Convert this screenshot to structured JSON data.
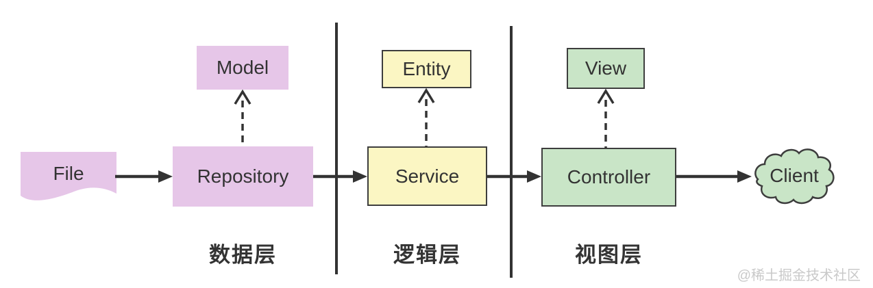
{
  "colors": {
    "purple-fill": "#e6c6e8",
    "yellow-fill": "#fbf6c3",
    "green-fill": "#c9e5c7",
    "line": "#333333",
    "border": "#3d3d3d",
    "text": "#333333",
    "watermark": "#c9c9c9",
    "bg": "#ffffff"
  },
  "nodes": {
    "file": {
      "label": "File"
    },
    "model": {
      "label": "Model"
    },
    "repository": {
      "label": "Repository"
    },
    "entity": {
      "label": "Entity"
    },
    "service": {
      "label": "Service"
    },
    "view": {
      "label": "View"
    },
    "controller": {
      "label": "Controller"
    },
    "client": {
      "label": "Client"
    }
  },
  "sections": {
    "data": {
      "label": "数据层"
    },
    "logic": {
      "label": "逻辑层"
    },
    "view": {
      "label": "视图层"
    }
  },
  "watermark": {
    "text": "@稀土掘金技术社区"
  }
}
